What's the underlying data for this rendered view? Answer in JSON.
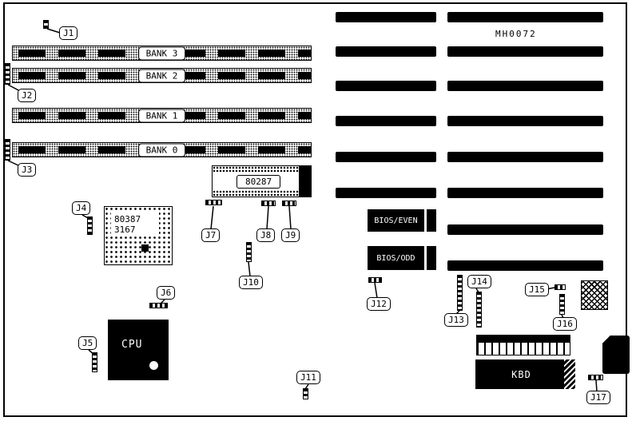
{
  "board": {
    "part_number": "MH0072",
    "banks": [
      {
        "label": "BANK 3"
      },
      {
        "label": "BANK 2"
      },
      {
        "label": "BANK 1"
      },
      {
        "label": "BANK 0"
      }
    ],
    "chips": {
      "copro_287": "80287",
      "copro_387_line1": "80387",
      "copro_387_line2": "3167",
      "cpu": "CPU",
      "bios_even": "BIOS/EVEN",
      "bios_odd": "BIOS/ODD",
      "keyboard_controller": "KBD"
    },
    "jumpers": [
      {
        "label": "J1"
      },
      {
        "label": "J2"
      },
      {
        "label": "J3"
      },
      {
        "label": "J4"
      },
      {
        "label": "J5"
      },
      {
        "label": "J6"
      },
      {
        "label": "J7"
      },
      {
        "label": "J8"
      },
      {
        "label": "J9"
      },
      {
        "label": "J10"
      },
      {
        "label": "J11"
      },
      {
        "label": "J12"
      },
      {
        "label": "J13"
      },
      {
        "label": "J14"
      },
      {
        "label": "J15"
      },
      {
        "label": "J16"
      },
      {
        "label": "J17"
      }
    ]
  }
}
